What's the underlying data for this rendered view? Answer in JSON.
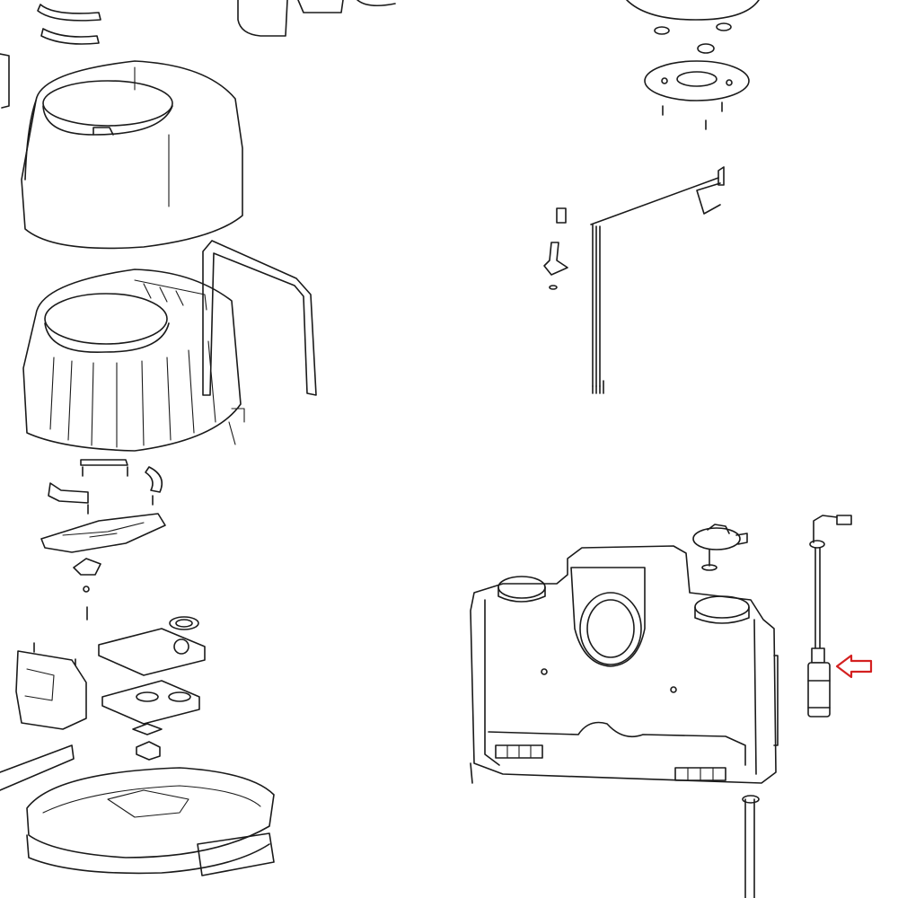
{
  "diagram": {
    "kind": "exploded-parts-drawing",
    "highlight_color": "#d42020",
    "line_color": "#1a1a1a",
    "background": "#ffffff",
    "callout": {
      "icon": "left-arrow-icon",
      "points_to": "level-sensor"
    },
    "parts": [
      "top-clips",
      "bowl-cover",
      "bowl-housing",
      "side-seal-frame",
      "bracket-parts",
      "valve-parts",
      "base-plates",
      "base-housing",
      "tank-cap-assembly",
      "rotor-plate",
      "wiring-harness",
      "holding-tank",
      "pump-assembly",
      "level-sensor",
      "drain-hose"
    ]
  }
}
